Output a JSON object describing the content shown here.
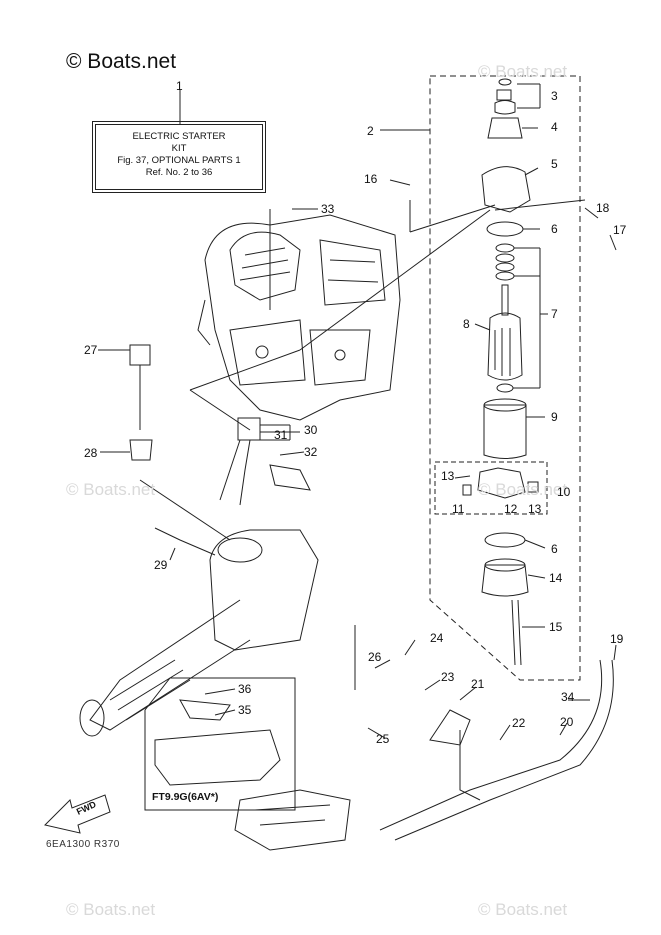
{
  "brand": "© Boats.net",
  "watermarks": [
    "© Boats.net",
    "© Boats.net",
    "© Boats.net",
    "© Boats.net",
    "© Boats.net"
  ],
  "kit_box": {
    "line1": "ELECTRIC STARTER",
    "line2": "KIT",
    "line3": "Fig. 37, OPTIONAL PARTS 1",
    "line4": "Ref. No. 2 to 36"
  },
  "callouts": [
    "1",
    "2",
    "3",
    "4",
    "5",
    "6",
    "7",
    "8",
    "9",
    "10",
    "11",
    "12",
    "13",
    "13",
    "14",
    "15",
    "16",
    "17",
    "18",
    "19",
    "20",
    "21",
    "22",
    "23",
    "24",
    "25",
    "26",
    "27",
    "28",
    "29",
    "30",
    "31",
    "32",
    "33",
    "34",
    "35",
    "36",
    "6"
  ],
  "model_caption": "FT9.9G(6AV*)",
  "fwd_label": "FWD",
  "drawing_code": "6EA1300 R370"
}
